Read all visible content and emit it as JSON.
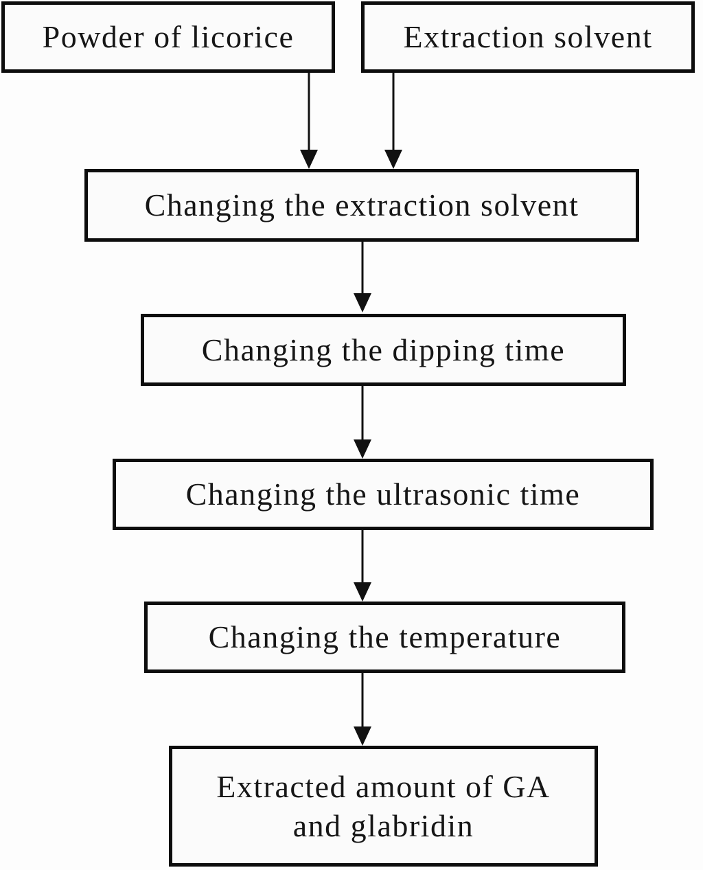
{
  "diagram": {
    "type": "flowchart",
    "nodes": [
      {
        "id": "powder-of-licorice",
        "label": "Powder of licorice"
      },
      {
        "id": "extraction-solvent",
        "label": "Extraction solvent"
      },
      {
        "id": "changing-extraction-solvent",
        "label": "Changing the extraction solvent"
      },
      {
        "id": "changing-dipping-time",
        "label": "Changing the dipping time"
      },
      {
        "id": "changing-ultrasonic-time",
        "label": "Changing the ultrasonic time"
      },
      {
        "id": "changing-temperature",
        "label": "Changing the temperature"
      },
      {
        "id": "extracted-amount",
        "label": "Extracted amount of GA and glabridin",
        "line1": "Extracted amount of GA",
        "line2": "and glabridin"
      }
    ],
    "edges": [
      {
        "from": "powder-of-licorice",
        "to": "changing-extraction-solvent"
      },
      {
        "from": "extraction-solvent",
        "to": "changing-extraction-solvent"
      },
      {
        "from": "changing-extraction-solvent",
        "to": "changing-dipping-time"
      },
      {
        "from": "changing-dipping-time",
        "to": "changing-ultrasonic-time"
      },
      {
        "from": "changing-ultrasonic-time",
        "to": "changing-temperature"
      },
      {
        "from": "changing-temperature",
        "to": "extracted-amount"
      }
    ],
    "colors": {
      "line": "#111111",
      "border": "#0d0d0d",
      "box_fill": "#fbfbfb",
      "background": "#fdfdfd",
      "text": "#161616"
    }
  }
}
